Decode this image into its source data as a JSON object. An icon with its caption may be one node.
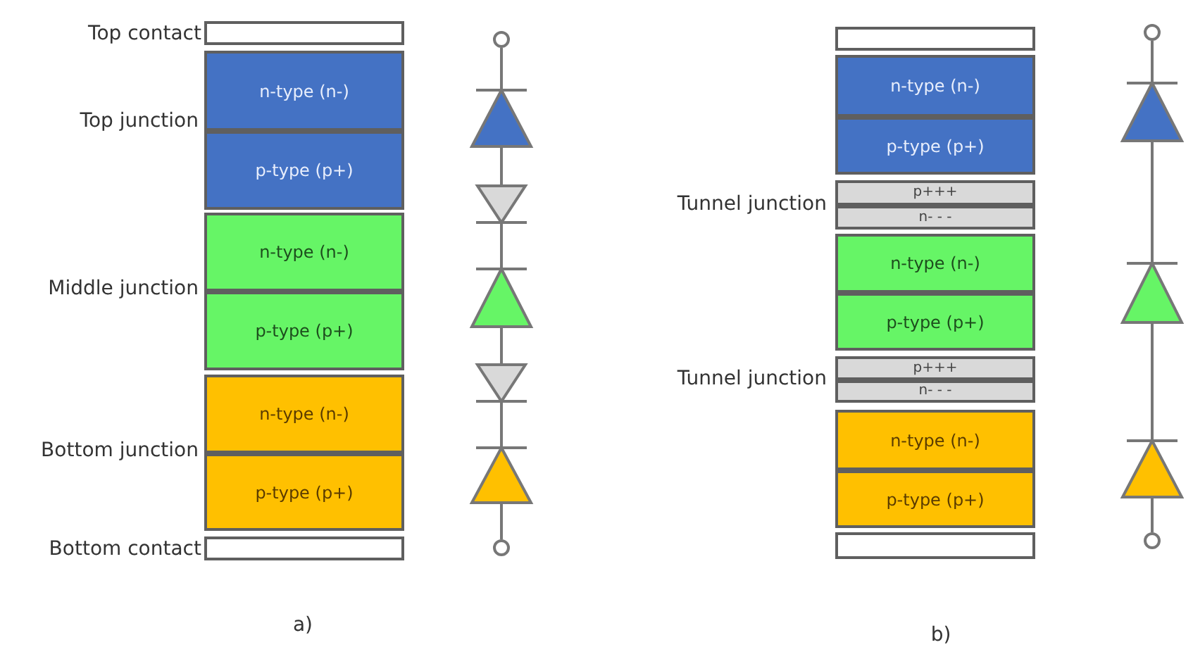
{
  "diagram": {
    "nodes": [
      {
        "text": [],
        "shape": "box",
        "beside": [
          "Top contact"
        ]
      },
      {
        "text": [
          "n-type (n-)"
        ]
      },
      {
        "text": [
          "p-type (p+)"
        ]
      },
      {
        "text": [
          "n-type (n-)"
        ]
      },
      {
        "text": [
          "p-type (p+)"
        ]
      },
      {
        "text": [
          "n-type (n-)"
        ]
      },
      {
        "text": [
          "p-type (p+)"
        ]
      },
      {
        "text": [],
        "shape": "box",
        "beside": [
          "Bottom contact"
        ]
      },
      {
        "text": [],
        "shape": "box"
      },
      {
        "text": [
          "n-type (n-)"
        ]
      },
      {
        "text": [
          "p-type (p+)"
        ]
      },
      {
        "text": [
          "p+++"
        ]
      },
      {
        "text": [
          "n- - -"
        ]
      },
      {
        "text": [
          "n-type (n-)"
        ]
      },
      {
        "text": [
          "p-type (p+)"
        ]
      },
      {
        "text": [
          "p+++"
        ]
      },
      {
        "text": [
          "n- - -"
        ]
      },
      {
        "text": [
          "n-type (n-)"
        ]
      },
      {
        "text": [
          "p-type (p+)"
        ]
      },
      {
        "text": [],
        "shape": "box"
      },
      {
        "text": [],
        "shape": "circle"
      },
      {
        "text": [],
        "shape": "diode"
      },
      {
        "text": [],
        "shape": "diode"
      },
      {
        "text": [],
        "shape": "diode"
      },
      {
        "text": [],
        "shape": "diode"
      },
      {
        "text": [],
        "shape": "diode"
      },
      {
        "text": [],
        "shape": "circle"
      },
      {
        "text": [],
        "shape": "circle"
      },
      {
        "text": [],
        "shape": "diode"
      },
      {
        "text": [],
        "shape": "diode"
      },
      {
        "text": [],
        "shape": "diode"
      },
      {
        "text": [],
        "shape": "circle"
      }
    ],
    "edges": [
      {
        "from": 20,
        "to": 21,
        "arrow": "none"
      },
      {
        "from": 21,
        "to": 22,
        "arrow": "none"
      },
      {
        "from": 22,
        "to": 23,
        "arrow": "none"
      },
      {
        "from": 23,
        "to": 24,
        "arrow": "none"
      },
      {
        "from": 24,
        "to": 25,
        "arrow": "none"
      },
      {
        "from": 25,
        "to": 26,
        "arrow": "none"
      },
      {
        "from": 27,
        "to": 28,
        "arrow": "none"
      },
      {
        "from": 28,
        "to": 29,
        "arrow": "none"
      },
      {
        "from": 29,
        "to": 30,
        "arrow": "none"
      },
      {
        "from": 30,
        "to": 31,
        "arrow": "none"
      }
    ],
    "labels": [
      "Top junction",
      "Middle junction",
      "Bottom junction",
      "Tunnel junction",
      "Tunnel junction",
      "a)",
      "b)"
    ]
  }
}
